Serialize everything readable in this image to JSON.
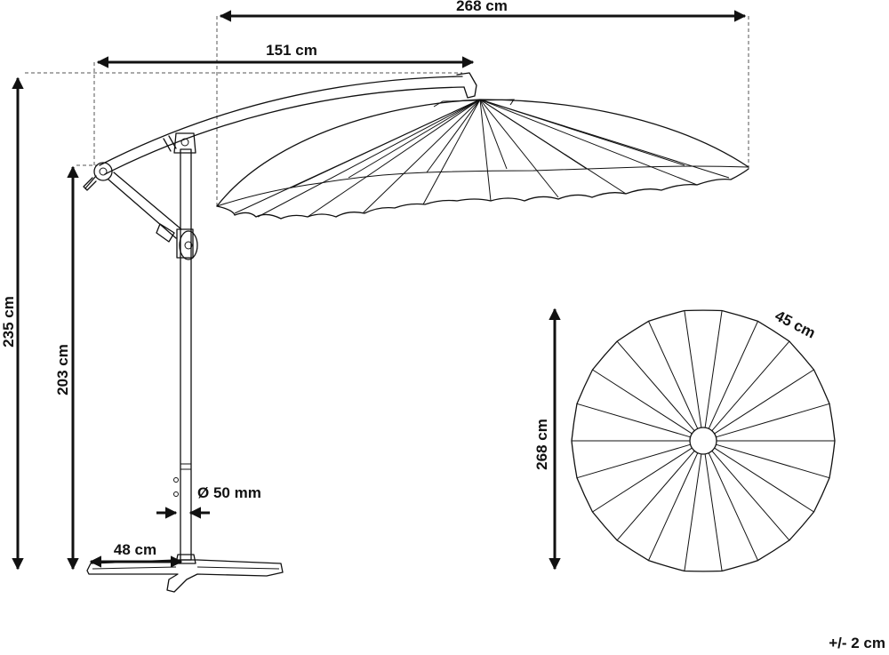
{
  "dimensions": {
    "total_width": "268 cm",
    "arm_length": "151 cm",
    "total_height": "235 cm",
    "clearance_height": "203 cm",
    "pole_diameter": "Ø 50 mm",
    "base_length": "48 cm",
    "canopy_diameter": "268 cm",
    "panel_width": "45 cm",
    "tolerance": "+/- 2 cm"
  },
  "canopy_top_view": {
    "rib_count": 22
  }
}
